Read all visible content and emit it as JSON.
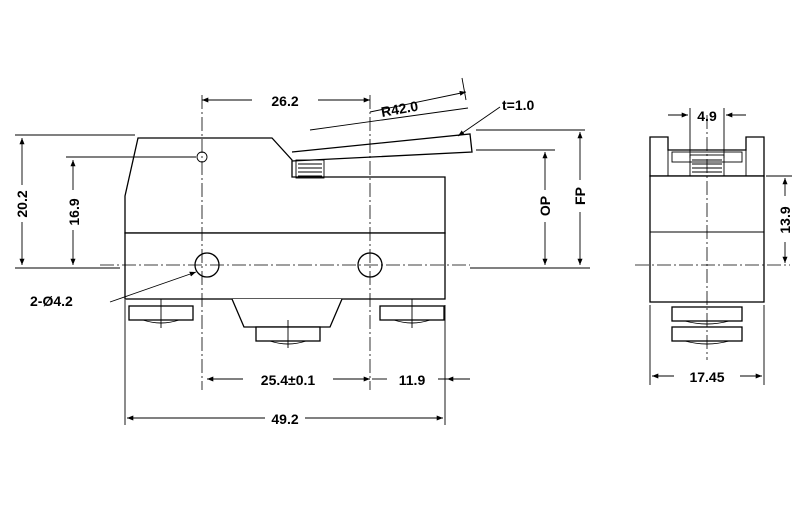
{
  "dimensions": {
    "lever_pivot_offset": "26.2",
    "radius": "R42.0",
    "thickness": "t=1.0",
    "total_height": "20.2",
    "hole_height": "16.9",
    "op": "OP",
    "fp": "FP",
    "holes": "2-Ø4.2",
    "hole_spacing": "25.4±0.1",
    "terminal_offset": "11.9",
    "body_length": "49.2",
    "side_top_width": "4.9",
    "side_height": "13.9",
    "side_width": "17.45"
  }
}
